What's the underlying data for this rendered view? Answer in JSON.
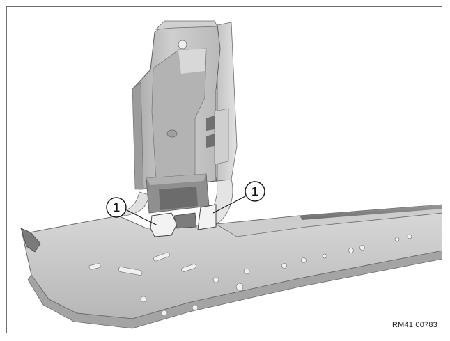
{
  "illustration": {
    "callouts": [
      {
        "number": "1"
      },
      {
        "number": "1"
      }
    ],
    "reference_code": "RM41 00783"
  },
  "colors": {
    "frame_border": "#6f6f6f",
    "metal_light": "#d6d6d6",
    "metal_mid": "#bdbdbd",
    "metal_dark": "#8e8e8e",
    "metal_shadow": "#5a5a5a",
    "highlight_white": "#f2f2f2"
  }
}
